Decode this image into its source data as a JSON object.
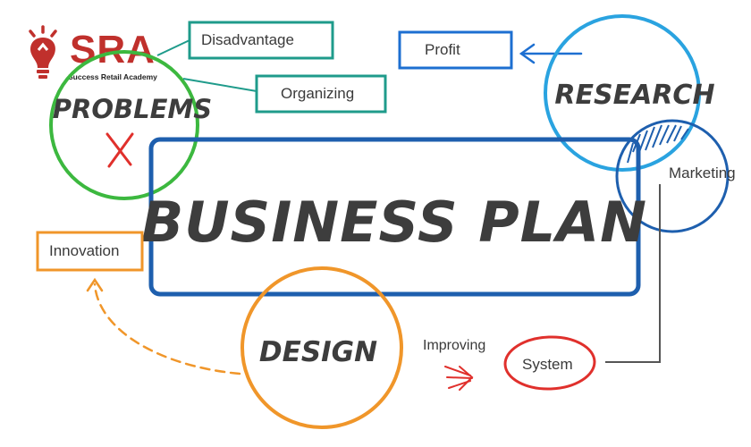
{
  "logo": {
    "brand": "SRA",
    "tagline": "Success Retail Academy",
    "icon": "lightbulb-icon",
    "color": "#c0302c"
  },
  "title": "BUSINESS PLAN",
  "hubs": {
    "problems": "PROBLEMS",
    "research": "RESEARCH",
    "design": "DESIGN"
  },
  "labels": {
    "disadvantage": "Disadvantage",
    "organizing": "Organizing",
    "profit": "Profit",
    "marketing": "Marketing",
    "innovation": "Innovation",
    "improving": "Improving",
    "system": "System"
  },
  "colors": {
    "green": "#3cb83f",
    "teal": "#1f9b8b",
    "blue": "#1d6fd1",
    "sky": "#2aa3e0",
    "darkblue": "#1e5fae",
    "orange": "#f0962a",
    "red": "#e0302c",
    "text": "#3d3d3d"
  }
}
